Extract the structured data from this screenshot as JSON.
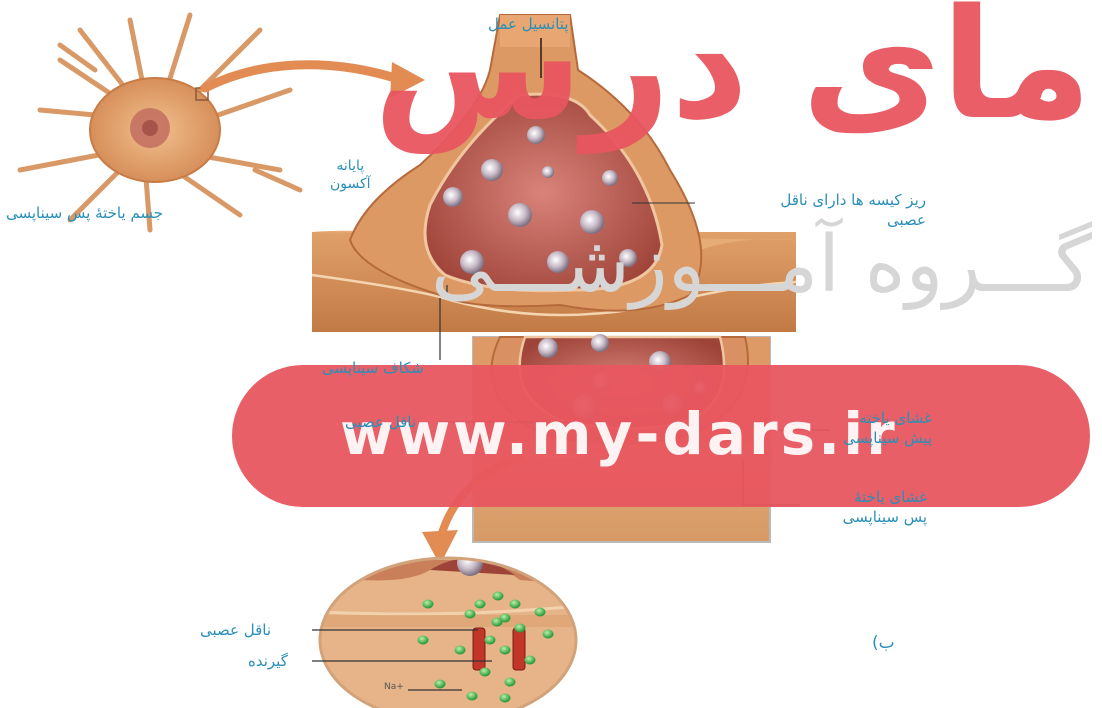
{
  "labels": {
    "action_potential": "پتانسیل عمل",
    "axon_terminal_line1": "پایانه",
    "axon_terminal_line2": "آکسون",
    "postsynaptic_body": "جسم یاختهٔ پس سیناپسی",
    "vesicles_line1": "ریز کیسه ها دارای ناقل",
    "vesicles_line2": "عصبی",
    "synaptic_cleft": "شکاف سیناپسی",
    "neurotransmitter_mid": "ناقل عصبی",
    "presynaptic_membrane_line1": "غشای یاخته",
    "presynaptic_membrane_line2": "پیش سیناپسی",
    "postsynaptic_membrane_line1": "غشای یاختهٔ",
    "postsynaptic_membrane_line2": "پس سیناپسی",
    "neurotransmitter_bottom": "ناقل عصبی",
    "receptor": "گیرنده",
    "na_ion": "Na+",
    "panel_b": "ب)"
  },
  "watermark": {
    "brand": "مای درس",
    "group": "گـــروه آمـــوزشـــی",
    "url": "www.my-dars.ir"
  },
  "colors": {
    "label": "#2a8fb8",
    "watermark": "#e8565f",
    "tissue": "#d9925a",
    "interior": "#b85a4a",
    "transmitter": "#3aa845"
  }
}
